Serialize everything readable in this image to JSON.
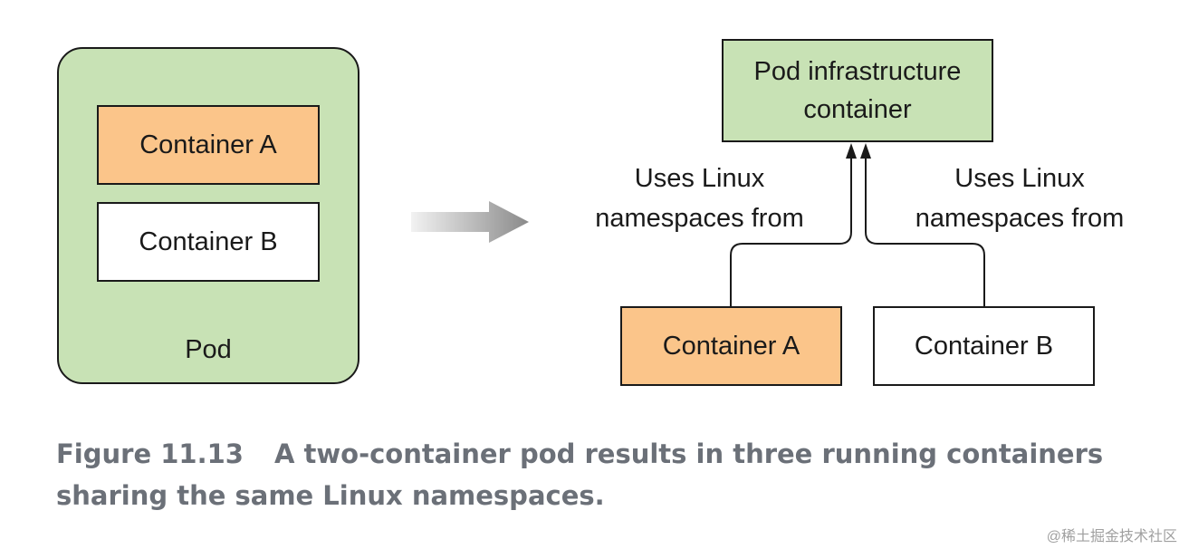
{
  "left": {
    "pod_label": "Pod",
    "container_a": "Container A",
    "container_b": "Container B"
  },
  "right": {
    "infra_line1": "Pod infrastructure",
    "infra_line2": "container",
    "container_a": "Container A",
    "container_b": "Container B",
    "uses_left_line1": "Uses Linux",
    "uses_left_line2": "namespaces from",
    "uses_right_line1": "Uses Linux",
    "uses_right_line2": "namespaces from"
  },
  "caption": {
    "number": "Figure 11.13",
    "line1": "A two-container pod results in three running containers",
    "line2": "sharing the same Linux namespaces."
  },
  "watermark": "@稀土掘金技术社区",
  "colors": {
    "pod_green": "#c8e2b5",
    "container_orange": "#fbc58a",
    "caption_gray": "#6b7078"
  }
}
